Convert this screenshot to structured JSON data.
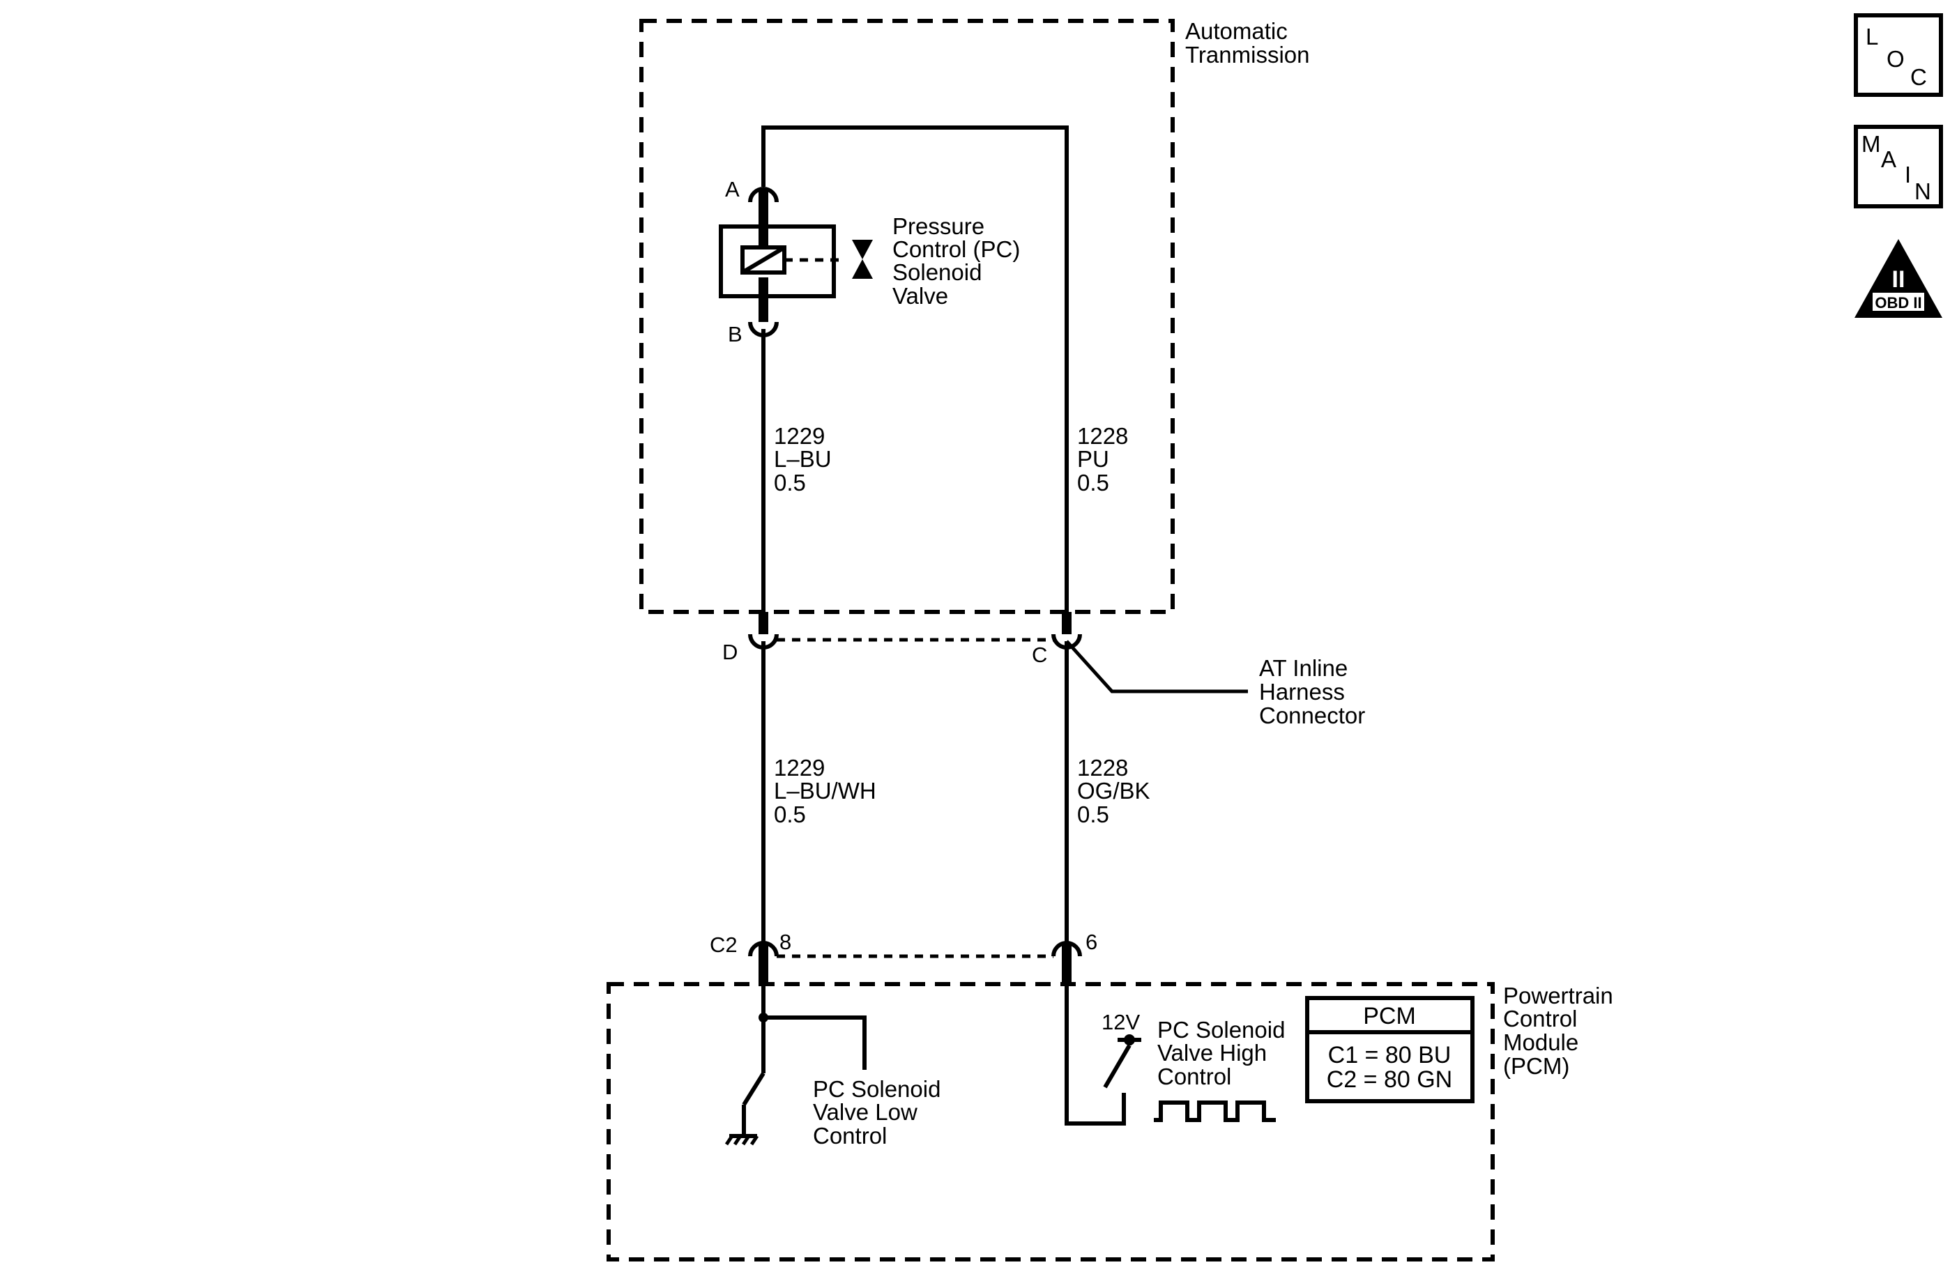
{
  "components": {
    "transmission": {
      "label_lines": [
        "Automatic",
        "Tranmission"
      ]
    },
    "pc_solenoid": {
      "label_lines": [
        "Pressure",
        "Control (PC)",
        "Solenoid",
        "Valve"
      ]
    },
    "inline_connector": {
      "label_lines": [
        "AT Inline",
        "Harness",
        "Connector"
      ]
    },
    "pcm": {
      "label_lines": [
        "Powertrain",
        "Control",
        "Module",
        "(PCM)"
      ]
    }
  },
  "pins": {
    "solenoid_a": "A",
    "solenoid_b": "B",
    "inline_d": "D",
    "inline_c": "C",
    "pcm_connector": "C2",
    "pcm_pin_low": "8",
    "pcm_pin_high": "6"
  },
  "wires": {
    "upper_left": [
      "1229",
      "L–BU",
      "0.5"
    ],
    "upper_right": [
      "1228",
      "PU",
      "0.5"
    ],
    "lower_left": [
      "1229",
      "L–BU/WH",
      "0.5"
    ],
    "lower_right": [
      "1228",
      "OG/BK",
      "0.5"
    ]
  },
  "pcm_internal": {
    "low_control_lines": [
      "PC Solenoid",
      "Valve Low",
      "Control"
    ],
    "high_control_lines": [
      "PC Solenoid",
      "Valve High",
      "Control"
    ],
    "supply_voltage": "12V"
  },
  "pcm_legend": {
    "title": "PCM",
    "rows": [
      "C1 = 80 BU",
      "C2 = 80 GN"
    ]
  },
  "nav_icons": {
    "loc": {
      "icon": "loc-icon",
      "letters": [
        "L",
        "O",
        "C"
      ]
    },
    "main": {
      "icon": "main-icon",
      "letters": [
        "M",
        "A",
        "I",
        "N"
      ]
    },
    "obd": {
      "icon": "obd-ii-icon",
      "roman": "II",
      "caption": "OBD II"
    }
  }
}
